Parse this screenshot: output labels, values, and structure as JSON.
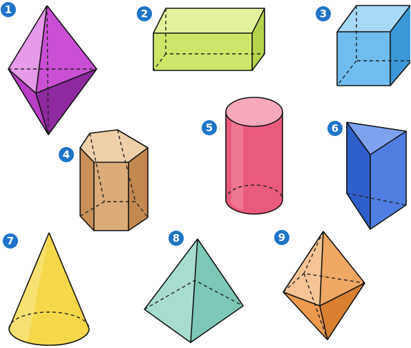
{
  "shapes": [
    {
      "number": "1",
      "name": "octahedron",
      "color": "#c94fd4"
    },
    {
      "number": "2",
      "name": "rectangular-prism",
      "color": "#cde66a"
    },
    {
      "number": "3",
      "name": "cube",
      "color": "#5aaee8"
    },
    {
      "number": "4",
      "name": "hexagonal-prism",
      "color": "#d9a873"
    },
    {
      "number": "5",
      "name": "cylinder",
      "color": "#ea5a7c"
    },
    {
      "number": "6",
      "name": "triangular-prism",
      "color": "#3f6fd6"
    },
    {
      "number": "7",
      "name": "cone",
      "color": "#f5d84a"
    },
    {
      "number": "8",
      "name": "square-pyramid",
      "color": "#8cd3c3"
    },
    {
      "number": "9",
      "name": "diamond-octahedron",
      "color": "#f0a15a"
    }
  ]
}
